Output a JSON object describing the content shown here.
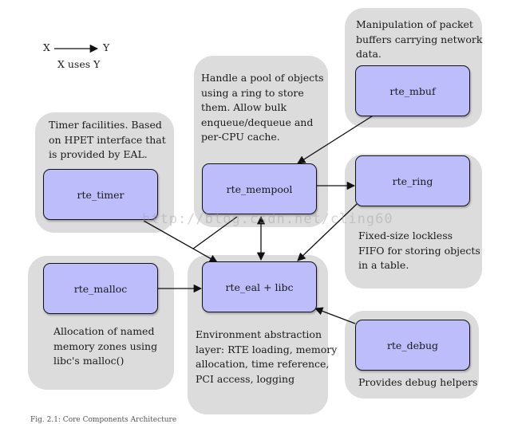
{
  "legend": {
    "from": "X",
    "to": "Y",
    "caption": "X uses Y"
  },
  "nodes": {
    "rte_mbuf": "rte_mbuf",
    "rte_mempool": "rte_mempool",
    "rte_ring": "rte_ring",
    "rte_timer": "rte_timer",
    "rte_malloc": "rte_malloc",
    "rte_eal": "rte_eal + libc",
    "rte_debug": "rte_debug"
  },
  "descriptions": {
    "rte_mbuf": "Manipulation of packet\nbuffers carrying network\ndata.",
    "rte_mempool": "Handle a pool of objects\nusing a ring to store\nthem. Allow bulk\nenqueue/dequeue and\nper-CPU cache.",
    "rte_timer": "Timer facilities. Based\non HPET interface that\nis provided by EAL.",
    "rte_ring": "Fixed-size lockless\nFIFO for storing objects\nin a table.",
    "rte_malloc": "Allocation of named\nmemory zones using\nlibc's malloc()",
    "rte_eal": "Environment abstraction\nlayer: RTE loading, memory\nallocation, time reference,\nPCI access, logging",
    "rte_debug": "Provides debug helpers"
  },
  "watermark": "http://blog.csdn.net/cling60",
  "figure_caption": "Fig. 2.1: Core Components Architecture",
  "colors": {
    "panel": "#dcdcdc",
    "node_fill": "#bdbdfb",
    "stroke": "#111111"
  }
}
